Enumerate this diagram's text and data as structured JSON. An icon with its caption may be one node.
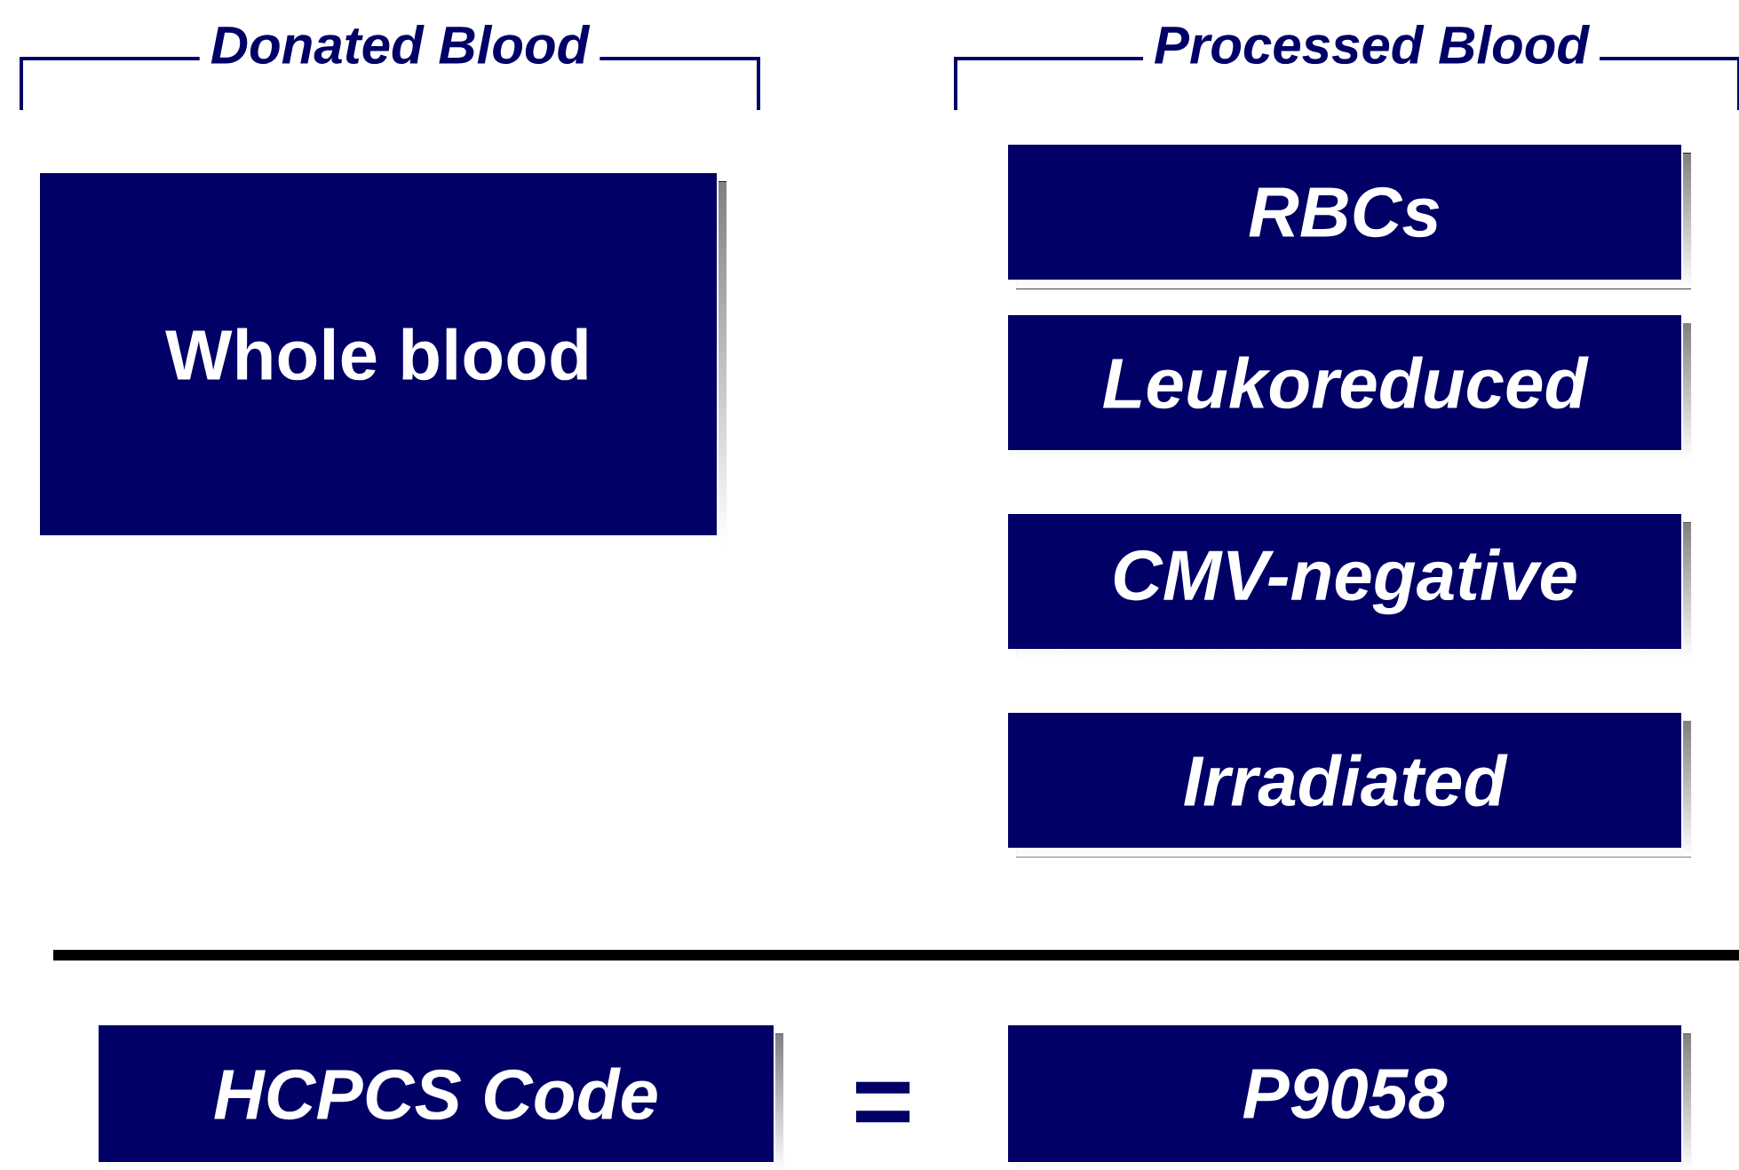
{
  "diagram": {
    "nodes": [
      {
        "text": [
          "Whole blood"
        ]
      },
      {
        "text": [
          "RBCs"
        ]
      },
      {
        "text": [
          "Leukoreduced"
        ]
      },
      {
        "text": [
          "CMV-negative"
        ]
      },
      {
        "text": [
          "Irradiated"
        ]
      },
      {
        "text": [
          "HCPCS Code"
        ]
      },
      {
        "text": [
          "P9058"
        ]
      }
    ],
    "edges": [],
    "labels": [
      "Donated Blood",
      "Processed Blood",
      "="
    ]
  }
}
